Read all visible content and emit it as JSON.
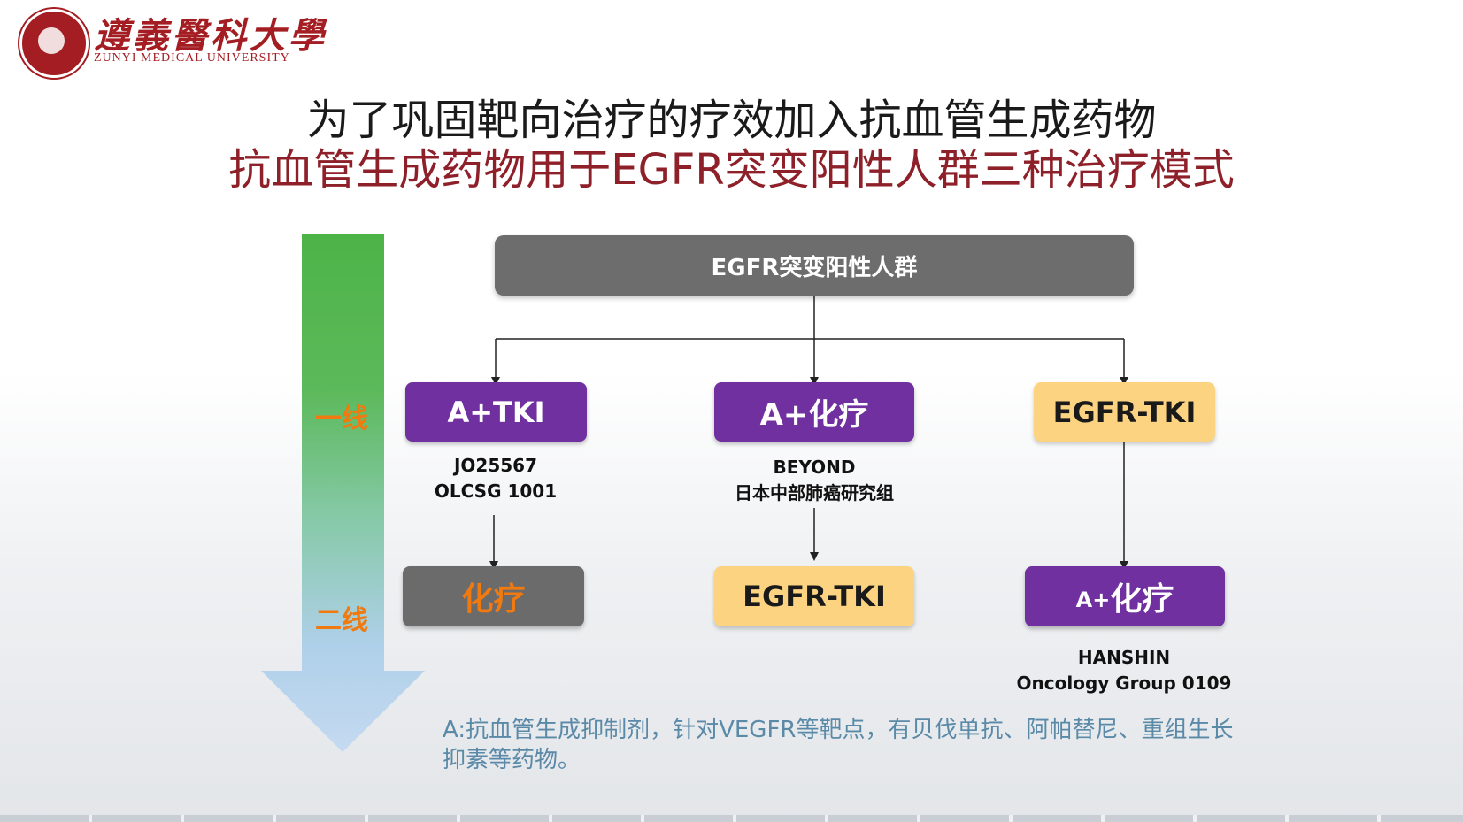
{
  "logo": {
    "name_cn": "遵義醫科大學",
    "name_en": "ZUNYI MEDICAL UNIVERSITY"
  },
  "title": {
    "line1": "为了巩固靶向治疗的疗效加入抗血管生成药物",
    "line2": "抗血管生成药物用于EGFR突变阳性人群三种治疗模式"
  },
  "lines": {
    "first": "一线",
    "second": "二线"
  },
  "root": "EGFR突变阳性人群",
  "modes": [
    {
      "first_line": "A+TKI",
      "studies": [
        "JO25567",
        "OLCSG 1001"
      ],
      "second_line": "化疗"
    },
    {
      "first_line": "A+化疗",
      "studies": [
        "BEYOND",
        "日本中部肺癌研究组"
      ],
      "second_line": "EGFR-TKI"
    },
    {
      "first_line": "EGFR-TKI",
      "second_line_prefix": "A+",
      "second_line_main": "化疗",
      "studies": [
        "HANSHIN",
        "Oncology Group 0109"
      ]
    }
  ],
  "footnote": "A:抗血管生成抑制剂，针对VEGFR等靶点，有贝伐单抗、阿帕替尼、重组生长抑素等药物。",
  "colors": {
    "purple": "#7030a0",
    "yellow": "#fcd381",
    "gray": "#6b6b6b",
    "orange_text": "#f07a10",
    "title_red": "#8e2029",
    "arrow_top": "#4db448",
    "arrow_bottom": "#b8d3ee"
  }
}
